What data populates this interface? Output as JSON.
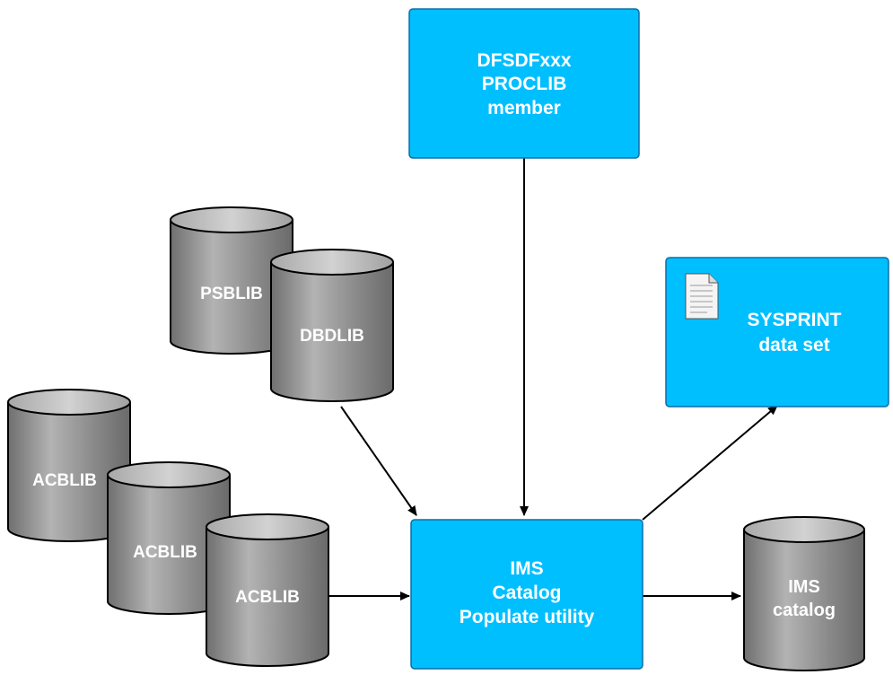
{
  "nodes": {
    "proclib": {
      "lines": [
        "DFSDFxxx",
        "PROCLIB",
        "member"
      ]
    },
    "sysprint": {
      "lines": [
        "SYSPRINT",
        "data set"
      ],
      "icon": "document-icon"
    },
    "utility": {
      "lines": [
        "IMS",
        "Catalog",
        "Populate utility"
      ]
    },
    "psblib": {
      "label": "PSBLIB"
    },
    "dbdlib": {
      "label": "DBDLIB"
    },
    "acblib1": {
      "label": "ACBLIB"
    },
    "acblib2": {
      "label": "ACBLIB"
    },
    "acblib3": {
      "label": "ACBLIB"
    },
    "catalog": {
      "lines": [
        "IMS",
        "catalog"
      ]
    }
  },
  "colors": {
    "box_fill": "#00bfff",
    "cylinder_fill": "#9a9a9a",
    "arrow": "#000000"
  }
}
